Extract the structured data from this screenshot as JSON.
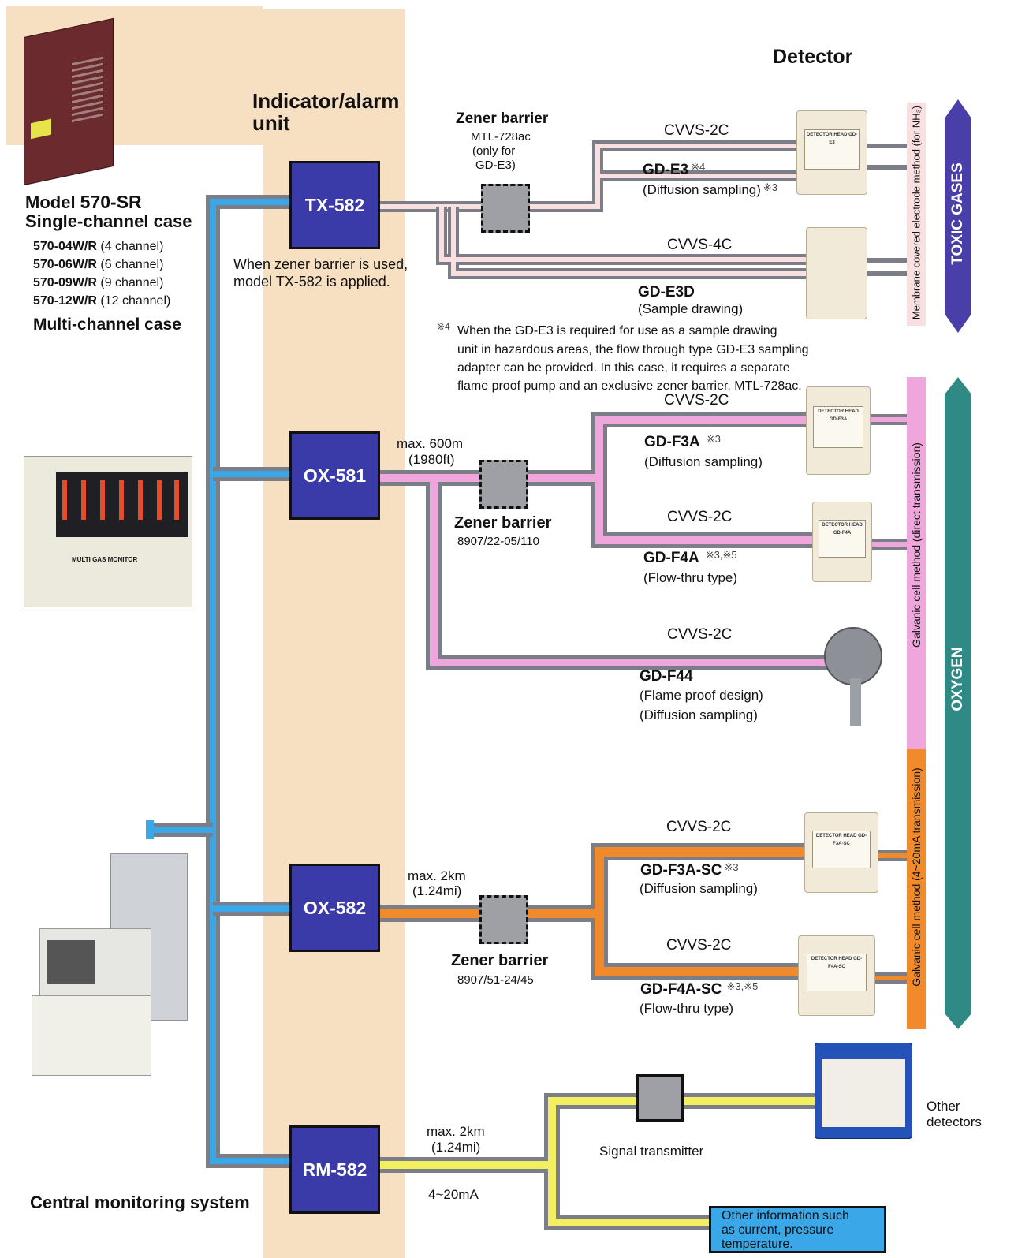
{
  "header": {
    "detector": "Detector",
    "indicator_line1": "Indicator/alarm",
    "indicator_line2": "unit"
  },
  "left": {
    "model_sr_prefix": "Model ",
    "model_sr": "570-SR",
    "single_case": "Single-channel case",
    "multi": [
      {
        "model": "570-04W/R",
        "ch": "(4 channel)"
      },
      {
        "model": "570-06W/R",
        "ch": "(6 channel)"
      },
      {
        "model": "570-09W/R",
        "ch": "(9 channel)"
      },
      {
        "model": "570-12W/R",
        "ch": "(12 channel)"
      }
    ],
    "multi_case": "Multi-channel case",
    "monitor_panel_label": "MULTI GAS MONITOR",
    "central": "Central monitoring system"
  },
  "units": {
    "tx": "TX-582",
    "ox581": "OX-581",
    "ox582": "OX-582",
    "rm": "RM-582"
  },
  "notes": {
    "tx_line1": "When zener barrier is used,",
    "tx_line2": "model TX-582 is applied.",
    "zb1_title": "Zener barrier",
    "zb1_l1": "MTL-728ac",
    "zb1_l2": "(only for",
    "zb1_l3": "GD-E3)",
    "ox581_dist1": "max. 600m",
    "ox581_dist2": "(1980ft)",
    "zb2_title": "Zener barrier",
    "zb2_code": "8907/22-05/110",
    "ox582_dist1": "max. 2km",
    "ox582_dist2": "(1.24mi)",
    "zb3_title": "Zener barrier",
    "zb3_code": "8907/51-24/45",
    "rm_dist1": "max. 2km",
    "rm_dist2": "(1.24mi)",
    "rm_signal": "4~20mA",
    "footnote_mark": "※4",
    "footnote_l1": "When the GD-E3 is required for use as a sample drawing",
    "footnote_l2": "unit in hazardous areas, the flow through type GD-E3 sampling",
    "footnote_l3": "adapter can be provided. In this case, it requires a separate",
    "footnote_l4": "flame proof pump and an exclusive zener barrier, MTL-728ac."
  },
  "cables": {
    "c1": "CVVS-2C",
    "c2": "CVVS-4C",
    "c3": "CVVS-2C",
    "c4": "CVVS-2C",
    "c5": "CVVS-2C",
    "c6": "CVVS-2C",
    "c7": "CVVS-2C"
  },
  "detectors": {
    "gde3": {
      "name": "GD-E3",
      "mark": "※4",
      "desc": "(Diffusion sampling)",
      "desc_mark": "※3",
      "plate": "DETECTOR HEAD GD-E3"
    },
    "gde3d": {
      "name": "GD-E3D",
      "desc": "(Sample drawing)"
    },
    "gdf3a": {
      "name": "GD-F3A",
      "mark": "※3",
      "desc": "(Diffusion sampling)",
      "plate": "DETECTOR HEAD GD-F3A"
    },
    "gdf4a": {
      "name": "GD-F4A",
      "mark": "※3,※5",
      "desc": "(Flow-thru type)",
      "plate": "DETECTOR HEAD GD-F4A"
    },
    "gdf44": {
      "name": "GD-F44",
      "desc1": "(Flame proof design)",
      "desc2": "(Diffusion  sampling)"
    },
    "gdf3asc": {
      "name": "GD-F3A-SC",
      "mark": "※3",
      "desc": "(Diffusion sampling)",
      "plate": "DETECTOR HEAD GD-F3A-SC"
    },
    "gdf4asc": {
      "name": "GD-F4A-SC",
      "mark": "※3,※5",
      "desc": "(Flow-thru type)",
      "plate": "DETECTOR HEAD GD-F4A-SC"
    }
  },
  "bottom": {
    "signal_transmitter": "Signal transmitter",
    "other_detectors_1": "Other",
    "other_detectors_2": "detectors",
    "other_info_1": "Other information such",
    "other_info_2": "as current, pressure",
    "other_info_3": "temperature."
  },
  "side": {
    "membrane": "Membrane covered electrode method (for NH₃)",
    "galvanic_direct": "Galvanic cell method (direct transmission)",
    "galvanic_420": "Galvanic cell method (4~20mA transmission)",
    "toxic": "TOXIC GASES",
    "oxygen": "OXYGEN"
  },
  "colors": {
    "blue": "#3aa8e8",
    "pink": "#efa6dc",
    "lightpink": "#f8dfe0",
    "orange": "#f08a2a",
    "yellow": "#f2ef60",
    "gray": "#7b7e86",
    "unit": "#3a3aa8",
    "toxic": "#4a3fa8",
    "oxygen": "#2f8a86"
  }
}
